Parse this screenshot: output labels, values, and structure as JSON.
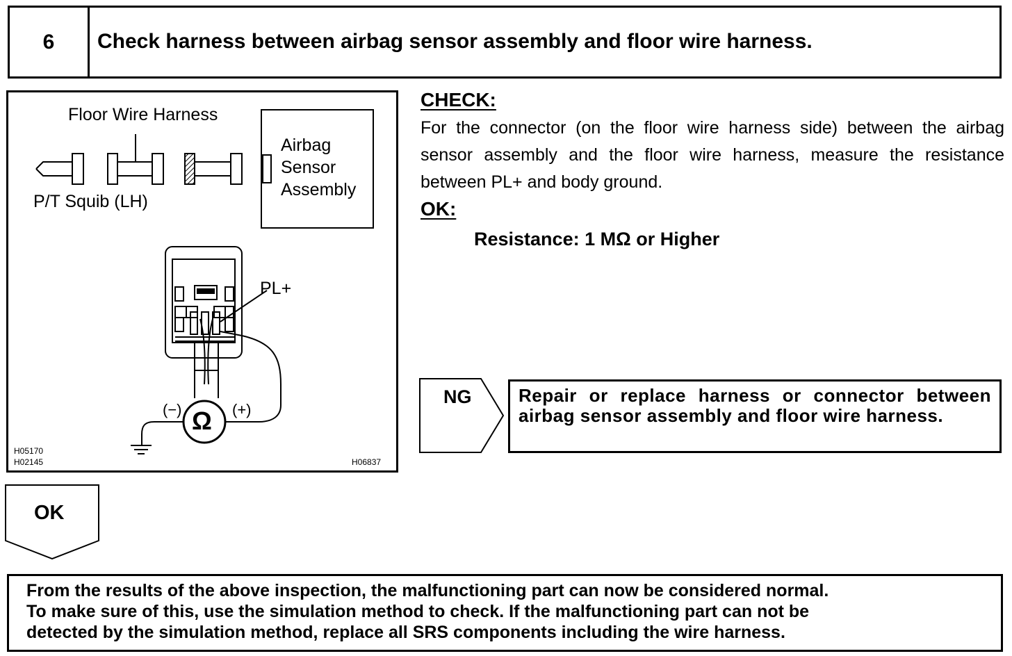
{
  "step": {
    "number": "6",
    "title": "Check harness between airbag sensor assembly and floor wire harness."
  },
  "figure": {
    "floor_wire_harness": "Floor Wire Harness",
    "pt_squib": "P/T Squib (LH)",
    "airbag_sensor_line1": "Airbag",
    "airbag_sensor_line2": "Sensor",
    "airbag_sensor_line3": "Assembly",
    "terminal_label": "PL+",
    "minus": "(−)",
    "plus": "(+)",
    "ohm_symbol": "Ω",
    "code_1": "H05170",
    "code_2": "H02145",
    "code_3": "H06837"
  },
  "check": {
    "heading": "CHECK:",
    "text": "For the connector (on the floor wire harness side) between the airbag sensor assembly and the floor wire harness, measure the resistance between PL+ and body ground.",
    "ok_heading": "OK:",
    "spec": "Resistance: 1 MΩ or Higher"
  },
  "ng": {
    "label": "NG",
    "action": "Repair or replace harness or connector between airbag sensor assembly and floor wire harness."
  },
  "ok": {
    "label": "OK"
  },
  "final_note": {
    "line1": "From the results of the above inspection, the malfunctioning part can now be considered normal.",
    "line2": "To make sure of this, use the simulation method to check. If the malfunctioning part can not be",
    "line3": "detected by the simulation method, replace all SRS components including the wire harness."
  }
}
